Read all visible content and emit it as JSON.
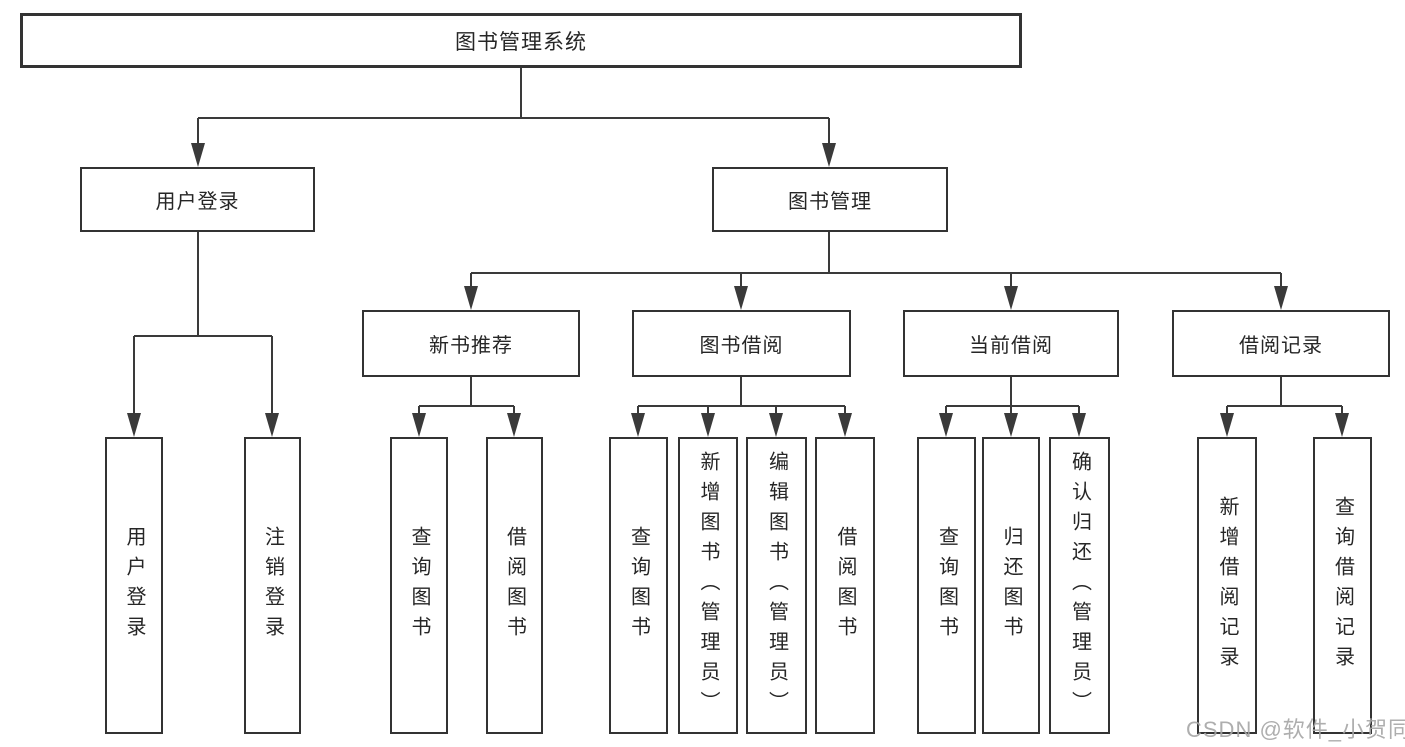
{
  "tree": {
    "label": "图书管理系统",
    "children": [
      {
        "label": "用户登录",
        "children": [
          {
            "label": "用户登录"
          },
          {
            "label": "注销登录"
          }
        ]
      },
      {
        "label": "图书管理",
        "children": [
          {
            "label": "新书推荐",
            "children": [
              {
                "label": "查询图书"
              },
              {
                "label": "借阅图书"
              }
            ]
          },
          {
            "label": "图书借阅",
            "children": [
              {
                "label": "查询图书"
              },
              {
                "label": "新增图书（管理员）"
              },
              {
                "label": "编辑图书（管理员）"
              },
              {
                "label": "借阅图书"
              }
            ]
          },
          {
            "label": "当前借阅",
            "children": [
              {
                "label": "查询图书"
              },
              {
                "label": "归还图书"
              },
              {
                "label": "确认归还（管理员）"
              }
            ]
          },
          {
            "label": "借阅记录",
            "children": [
              {
                "label": "新增借阅记录"
              },
              {
                "label": "查询借阅记录"
              }
            ]
          }
        ]
      }
    ]
  },
  "watermark": {
    "text": "CSDN @软件_小贺同学"
  },
  "colors": {
    "line": "#3a3a3a",
    "box_border": "#333333",
    "text": "#262626",
    "watermark": "#a6a6a6",
    "background": "#ffffff"
  }
}
